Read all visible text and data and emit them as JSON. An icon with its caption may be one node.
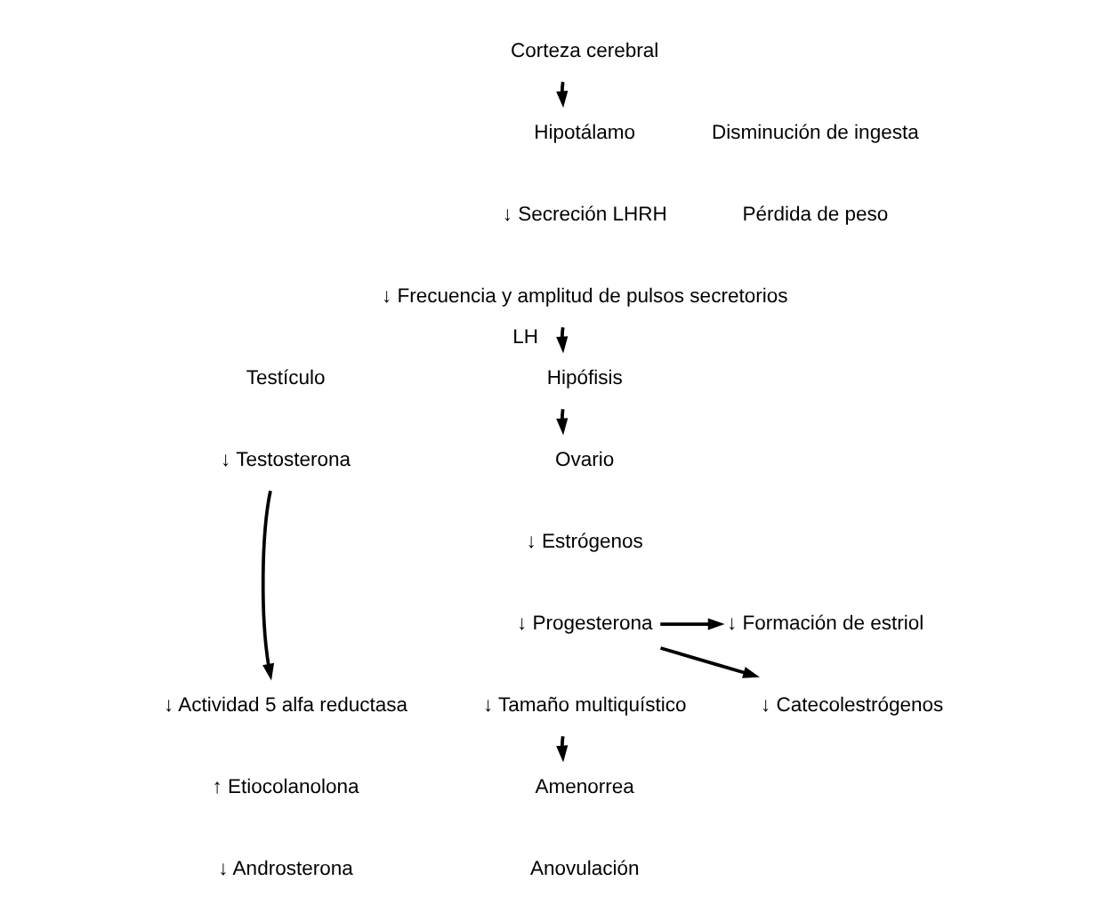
{
  "diagram": {
    "nodes": [
      {
        "text": [
          "Corteza cerebral"
        ]
      },
      {
        "text": [
          "Hipotálamo"
        ]
      },
      {
        "text": [
          "↓ Frecuencia y amplitud de pulsos secretorios"
        ]
      },
      {
        "text": [
          "Hipófisis"
        ],
        "beside": [
          "LH"
        ]
      },
      {
        "text": [
          "↓ Testosterona"
        ]
      },
      {
        "text": [
          "Ovario"
        ]
      },
      {
        "text": [
          "↓ Progesterona"
        ]
      },
      {
        "text": [
          "↓ Formación de estriol"
        ]
      },
      {
        "text": [
          "↓ Catecolestrógenos"
        ]
      },
      {
        "text": [
          "↓ Actividad 5 alfa reductasa"
        ]
      },
      {
        "text": [
          "↓ Tamaño multiquístico"
        ]
      },
      {
        "text": [
          "Amenorrea"
        ]
      }
    ],
    "edges": [
      {
        "from": 0,
        "to": 1,
        "arrow": "to"
      },
      {
        "from": 2,
        "to": 3,
        "arrow": "to"
      },
      {
        "from": 3,
        "to": 5,
        "arrow": "to"
      },
      {
        "from": 4,
        "to": 9,
        "arrow": "to"
      },
      {
        "from": 6,
        "to": 7,
        "arrow": "to"
      },
      {
        "from": 6,
        "to": 8,
        "arrow": "to"
      },
      {
        "from": 10,
        "to": 11,
        "arrow": "to"
      }
    ],
    "labels": [
      "Disminución de ingesta",
      "↓ Secreción LHRH",
      "Pérdida de peso",
      "Testículo",
      "↓ Estrógenos",
      "↑ Etiocolanolona",
      "↓ Androsterona",
      "Anovulación"
    ]
  }
}
